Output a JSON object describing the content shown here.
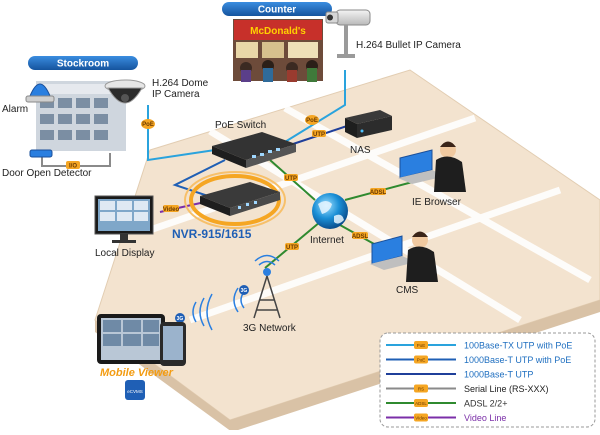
{
  "areas": {
    "counter": "Counter",
    "stockroom": "Stockroom"
  },
  "counter_sign": "McDonald's",
  "devices": {
    "bullet_camera": "H.264 Bullet IP Camera",
    "dome_camera_line1": "H.264 Dome",
    "dome_camera_line2": "IP Camera",
    "alarm": "Alarm",
    "door_detector": "Door Open Detector",
    "poe_switch": "PoE Switch",
    "nas": "NAS",
    "nvr": "NVR-915/1615",
    "local_display": "Local Display",
    "internet": "Internet",
    "ie_browser": "IE Browser",
    "cms": "CMS",
    "network_3g": "3G Network",
    "mobile_viewer": "Mobile Viewer",
    "app_badge": "eCVMS"
  },
  "tags": {
    "io": "I/O",
    "poe": "PoE",
    "utp": "UTP",
    "adsl": "ADSL",
    "video": "Video",
    "g3": "3G"
  },
  "legend": {
    "items": [
      {
        "label": "100Base-TX UTP with PoE",
        "tag": "PoE",
        "color": "#2aa3dd",
        "text_color": "#1f6fc0"
      },
      {
        "label": "1000Base-T UTP with PoE",
        "tag": "PoE",
        "color": "#1f5fb5",
        "text_color": "#1f6fc0"
      },
      {
        "label": "1000Base-T UTP",
        "tag": "",
        "color": "#1f3f9a",
        "text_color": "#1f6fc0"
      },
      {
        "label": "Serial Line (RS-XXX)",
        "tag": "RS",
        "color": "#8a8a8a",
        "text_color": "#222222"
      },
      {
        "label": "ADSL 2/2+",
        "tag": "ADSL",
        "color": "#2f8a2f",
        "text_color": "#333333"
      },
      {
        "label": "Video Line",
        "tag": "Video",
        "color": "#7b2fa8",
        "text_color": "#7b2fa8"
      }
    ]
  },
  "colors": {
    "poe100": "#2aa3dd",
    "poe1000": "#1f5fb5",
    "utp1000": "#1f3f9a",
    "serial": "#8a8a8a",
    "adsl": "#2f8a2f",
    "video": "#7b2fa8",
    "floor": "#f3e3cf",
    "pill": "#1f6fc0",
    "nvr_ring": "#f5a623"
  }
}
